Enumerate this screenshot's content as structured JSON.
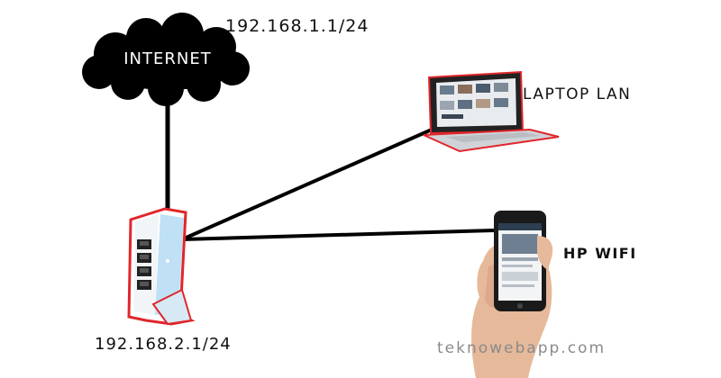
{
  "diagram": {
    "internet_label": "INTERNET",
    "internet_ip": "192.168.1.1/24",
    "router_ip": "192.168.2.1/24",
    "laptop_label": "LAPTOP LAN",
    "phone_label": "HP WIFI",
    "watermark": "teknowebapp.com"
  },
  "colors": {
    "router_outline": "#e0262b",
    "router_body": "#bfe0f5",
    "cloud": "#000000",
    "line": "#000000",
    "watermark": "#8a8a8a"
  },
  "icons": [
    "internet-cloud-icon",
    "router-icon",
    "laptop-icon",
    "smartphone-icon"
  ]
}
